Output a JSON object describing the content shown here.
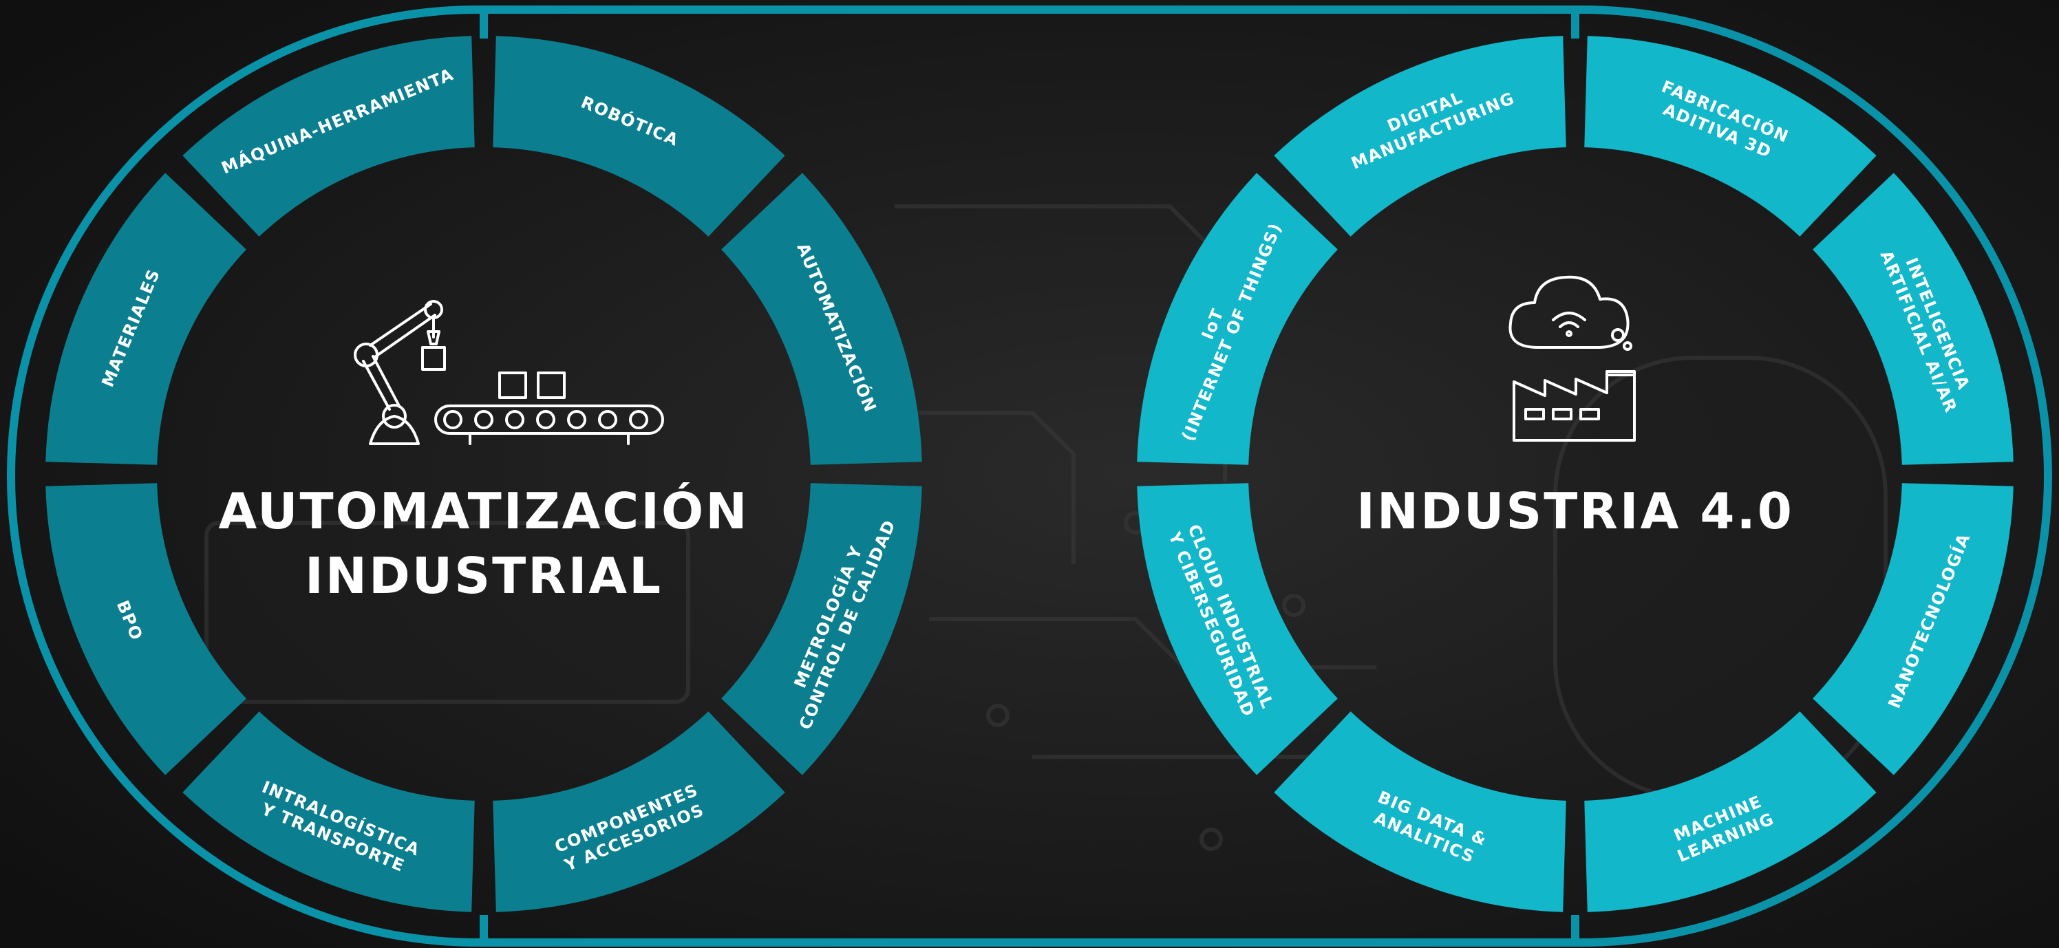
{
  "colors": {
    "background": "#141414",
    "frame": "#0a93a8",
    "left_segments": "#0b7f8f",
    "right_segments": "#12b7c9",
    "text": "#ffffff"
  },
  "left_wheel": {
    "title_line1": "AUTOMATIZACIÓN",
    "title_line2": "INDUSTRIAL",
    "icon": "robot-arm-conveyor-icon",
    "segments": [
      {
        "id": "robotica",
        "lines": [
          "ROBÓTICA"
        ]
      },
      {
        "id": "automatizacion",
        "lines": [
          "AUTOMATIZACIÓN"
        ]
      },
      {
        "id": "metrologia",
        "lines": [
          "METROLOGÍA Y",
          "CONTROL DE CALIDAD"
        ]
      },
      {
        "id": "componentes",
        "lines": [
          "COMPONENTES",
          "Y ACCESORIOS"
        ]
      },
      {
        "id": "intralogistica",
        "lines": [
          "INTRALOGÍSTICA",
          "Y TRANSPORTE"
        ]
      },
      {
        "id": "bpo",
        "lines": [
          "BPO"
        ]
      },
      {
        "id": "materiales",
        "lines": [
          "MATERIALES"
        ]
      },
      {
        "id": "maquina-herramienta",
        "lines": [
          "MÁQUINA-HERRAMIENTA"
        ]
      }
    ]
  },
  "right_wheel": {
    "title": "INDUSTRIA 4.0",
    "icon": "cloud-wifi-factory-icon",
    "segments": [
      {
        "id": "fabricacion-aditiva",
        "lines": [
          "FABRICACIÓN",
          "ADITIVA 3D"
        ]
      },
      {
        "id": "inteligencia-artificial",
        "lines": [
          "INTELIGENCIA",
          "ARTIFICIAL AI/AR"
        ]
      },
      {
        "id": "nanotecnologia",
        "lines": [
          "NANOTECNOLOGÍA"
        ]
      },
      {
        "id": "machine-learning",
        "lines": [
          "MACHINE",
          "LEARNING"
        ]
      },
      {
        "id": "big-data",
        "lines": [
          "BIG DATA &",
          "ANALITICS"
        ]
      },
      {
        "id": "cloud-industrial",
        "lines": [
          "CLOUD INDUSTRIAL",
          "Y CIBERSEGURIDAD"
        ]
      },
      {
        "id": "iot",
        "lines": [
          "IoT",
          "(INTERNET OF THINGS)"
        ]
      },
      {
        "id": "digital-manufacturing",
        "lines": [
          "DIGITAL",
          "MANUFACTURING"
        ]
      }
    ]
  }
}
